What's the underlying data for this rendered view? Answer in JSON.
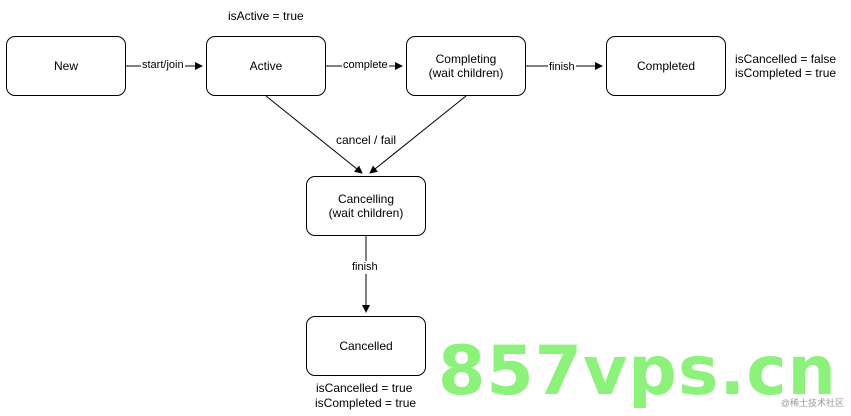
{
  "states": {
    "new": "New",
    "active": "Active",
    "completing": {
      "line1": "Completing",
      "line2": "(wait children)"
    },
    "completed": "Completed",
    "cancelling": {
      "line1": "Cancelling",
      "line2": "(wait children)"
    },
    "cancelled": "Cancelled"
  },
  "edges": {
    "start_join": "start/join",
    "complete": "complete",
    "finish_completed": "finish",
    "cancel_fail": "cancel / fail",
    "finish_cancelled": "finish"
  },
  "annotations": {
    "active_flag": "isActive = true",
    "completed_cancelled_flag": "isCancelled = false",
    "completed_completed_flag": "isCompleted = true",
    "cancelled_cancelled_flag": "isCancelled = true",
    "cancelled_completed_flag": "isCompleted = true"
  },
  "watermark": "857vps.cn",
  "credit": "@稀土技术社区",
  "colors": {
    "stroke": "#000000",
    "watermark": "#8cf27b",
    "credit": "#999999"
  }
}
